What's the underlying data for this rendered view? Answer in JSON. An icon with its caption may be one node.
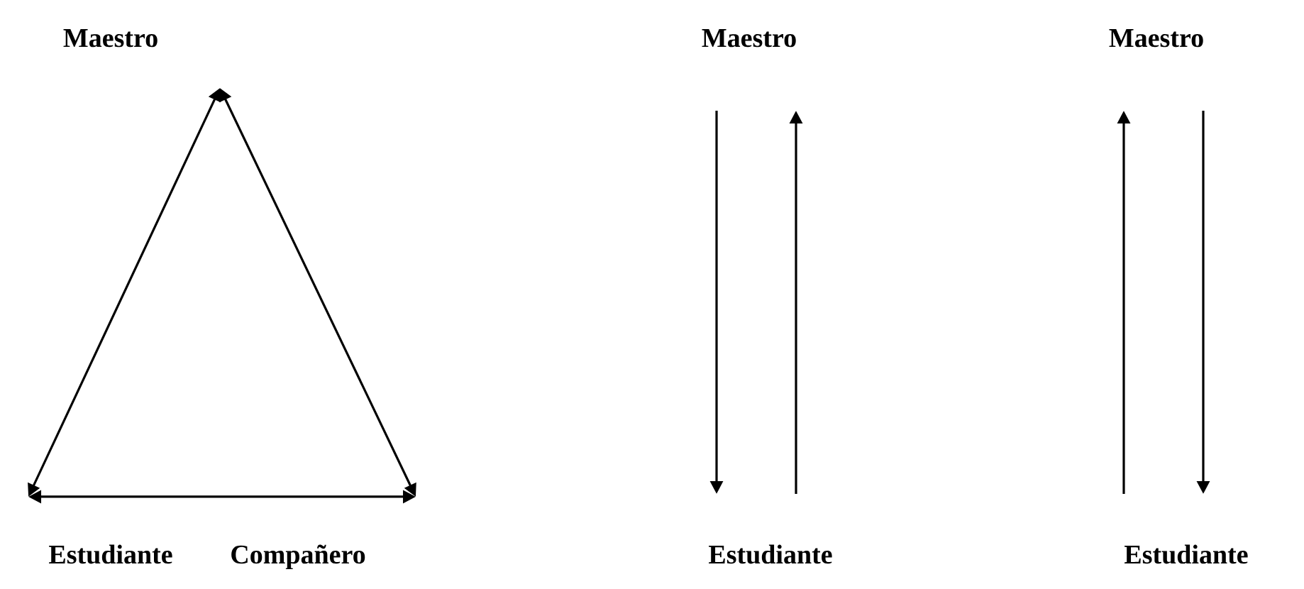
{
  "diagram": {
    "nodes": [
      {
        "text": [
          "Maestro"
        ]
      },
      {
        "text": [
          "Estudiante"
        ]
      },
      {
        "text": [
          "Compañero"
        ]
      },
      {
        "text": [
          "Maestro"
        ]
      },
      {
        "text": [
          "Estudiante"
        ]
      },
      {
        "text": [
          "Maestro"
        ]
      },
      {
        "text": [
          "Estudiante"
        ]
      }
    ],
    "edges": [
      {
        "from": 0,
        "to": 1,
        "arrow": "both"
      },
      {
        "from": 0,
        "to": 2,
        "arrow": "both"
      },
      {
        "from": 1,
        "to": 2,
        "arrow": "both"
      },
      {
        "from": 3,
        "to": 4,
        "arrow": "to"
      },
      {
        "from": 4,
        "to": 3,
        "arrow": "to"
      },
      {
        "from": 6,
        "to": 5,
        "arrow": "to"
      },
      {
        "from": 5,
        "to": 6,
        "arrow": "to"
      }
    ]
  }
}
